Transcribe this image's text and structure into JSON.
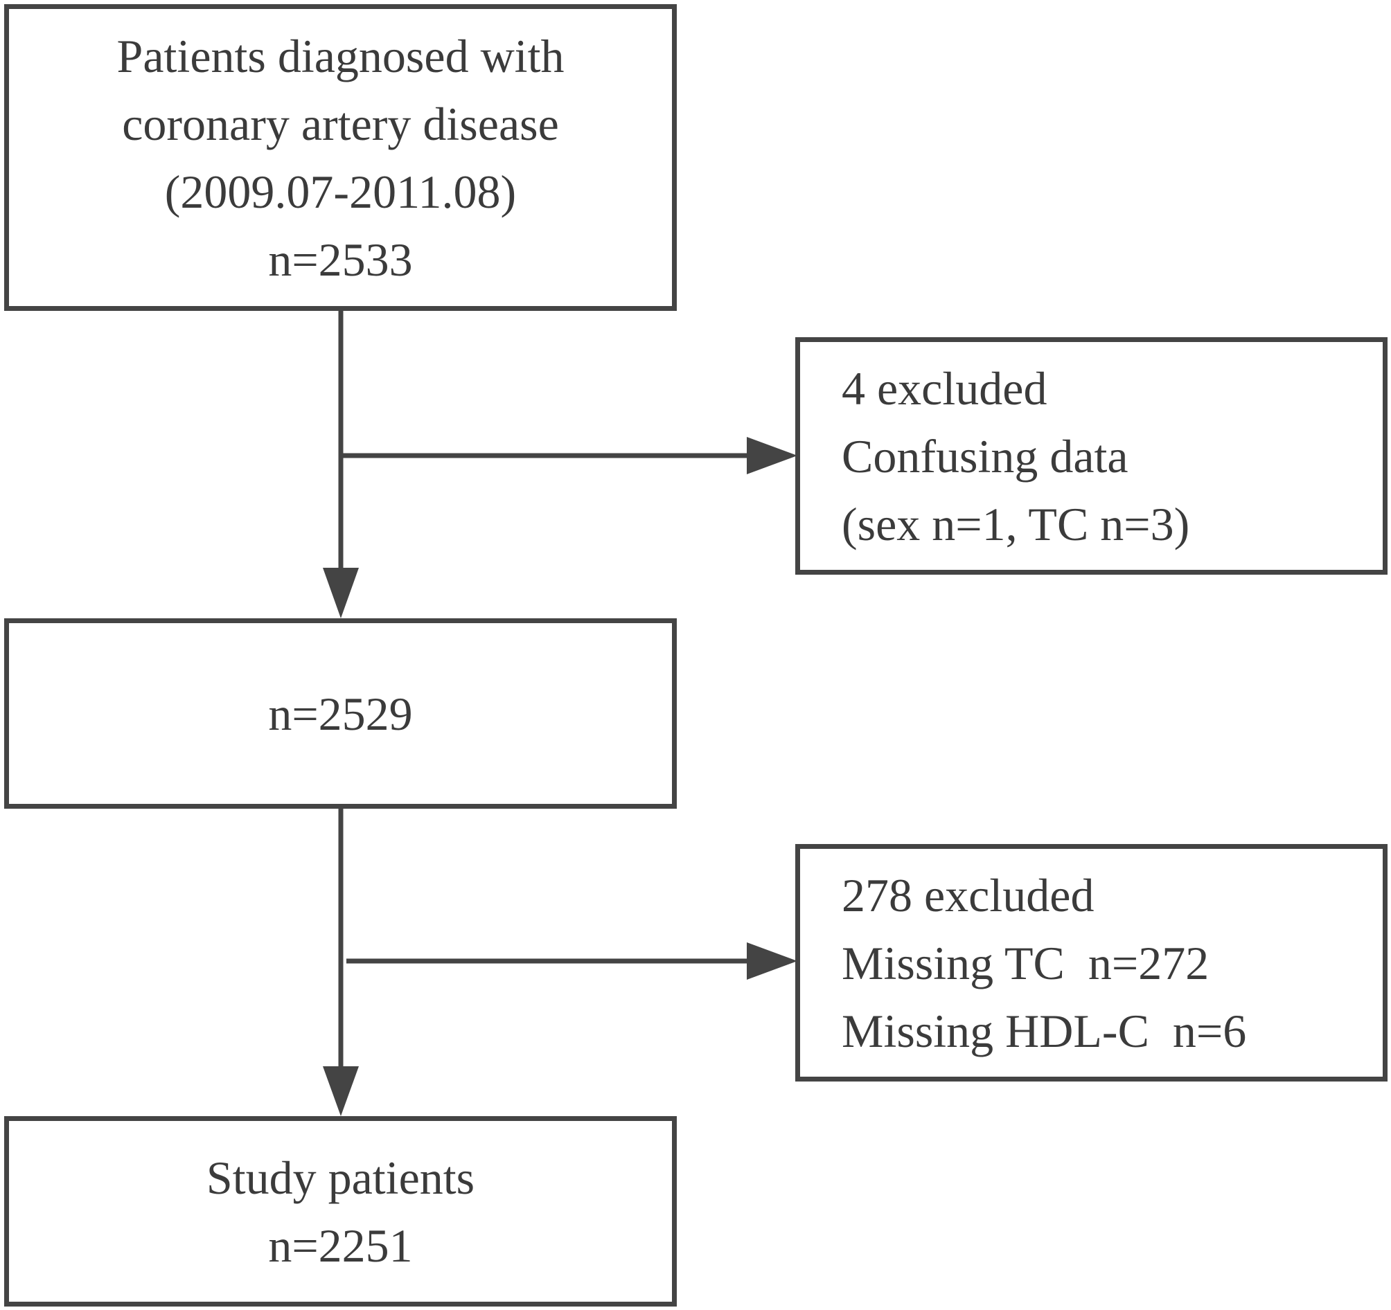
{
  "flowchart": {
    "initial_box": {
      "lines": [
        "Patients diagnosed with",
        "coronary artery disease",
        "(2009.07-2011.08)",
        "n=2533"
      ]
    },
    "exclusion_box_1": {
      "lines": [
        "4 excluded",
        "Confusing data",
        "(sex n=1, TC n=3)"
      ]
    },
    "intermediate_box": {
      "lines": [
        "n=2529"
      ]
    },
    "exclusion_box_2": {
      "lines": [
        "278 excluded",
        "Missing TC  n=272",
        "Missing HDL-C  n=6"
      ]
    },
    "final_box": {
      "lines": [
        "Study patients",
        "n=2251"
      ]
    }
  },
  "colors": {
    "stroke": "#444444",
    "text": "#3b3b3b",
    "background": "#ffffff"
  }
}
